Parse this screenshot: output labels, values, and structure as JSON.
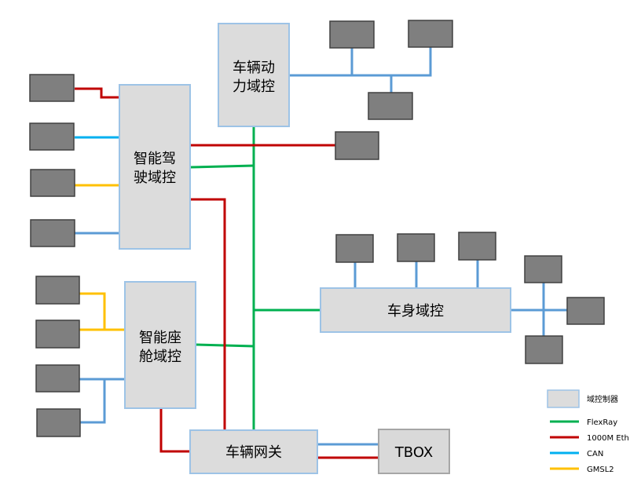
{
  "domains": {
    "powertrain": [
      "车辆动",
      "力域控"
    ],
    "adas": [
      "智能驾",
      "驶域控"
    ],
    "cockpit": [
      "智能座",
      "舱域控"
    ],
    "body": "车身域控",
    "gateway": "车辆网关",
    "tbox": "TBOX"
  },
  "legend": {
    "controller": "域控制器",
    "flexray": "FlexRay",
    "ethernet": "1000M Eth",
    "can": "CAN",
    "gmsl": "GMSL2"
  },
  "colors": {
    "flexray": "#00b050",
    "ethernet": "#c00000",
    "can": "#00b0f0",
    "gmsl": "#ffc000",
    "steel": "#5b9bd5",
    "domain_fill": "#dcdcdc",
    "node_fill": "#7f7f7f"
  }
}
